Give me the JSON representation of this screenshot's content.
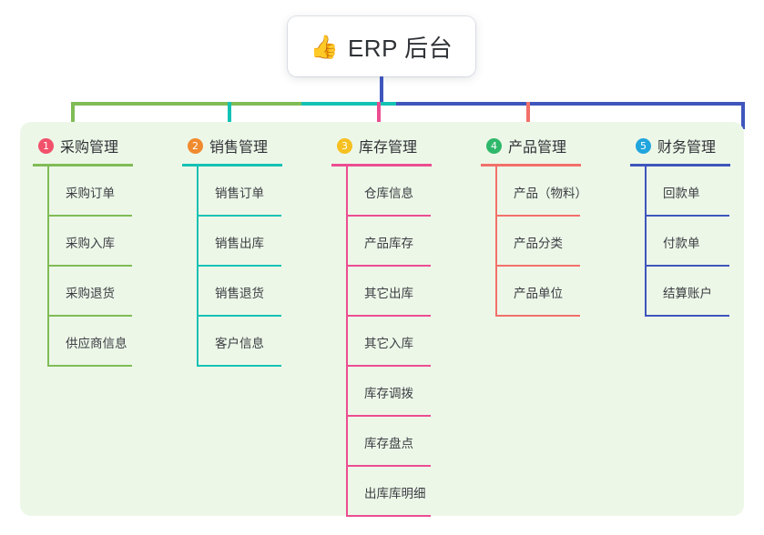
{
  "root": {
    "icon": "thumbs-up-icon",
    "icon_glyph": "👍",
    "title": "ERP 后台"
  },
  "colors": {
    "panel_background": "#edf7e8",
    "page_background": "#ffffff",
    "root_stem": "#3f56bd",
    "green": "#7fbc56",
    "teal": "#14c2b4",
    "pink": "#ec4d91",
    "red": "#f2706a",
    "blue": "#3f56bd",
    "badge_1": "#f2516b",
    "badge_2": "#f08a2e",
    "badge_3": "#f5c020",
    "badge_4": "#2fb86b",
    "badge_5": "#21a5dd",
    "text": "#2f3236"
  },
  "columns": [
    {
      "number": "1",
      "title": "采购管理",
      "badge_color": "#f2516b",
      "line_color": "#7fbc56",
      "items": [
        {
          "label": "采购订单"
        },
        {
          "label": "采购入库"
        },
        {
          "label": "采购退货"
        },
        {
          "label": "供应商信息"
        }
      ]
    },
    {
      "number": "2",
      "title": "销售管理",
      "badge_color": "#f08a2e",
      "line_color": "#14c2b4",
      "items": [
        {
          "label": "销售订单"
        },
        {
          "label": "销售出库"
        },
        {
          "label": "销售退货"
        },
        {
          "label": "客户信息"
        }
      ]
    },
    {
      "number": "3",
      "title": "库存管理",
      "badge_color": "#f5c020",
      "line_color": "#ec4d91",
      "items": [
        {
          "label": "仓库信息"
        },
        {
          "label": "产品库存"
        },
        {
          "label": "其它出库"
        },
        {
          "label": "其它入库"
        },
        {
          "label": "库存调拨"
        },
        {
          "label": "库存盘点"
        },
        {
          "label": "出库库明细"
        }
      ]
    },
    {
      "number": "4",
      "title": "产品管理",
      "badge_color": "#2fb86b",
      "line_color": "#f2706a",
      "items": [
        {
          "label": "产品（物料）"
        },
        {
          "label": "产品分类"
        },
        {
          "label": "产品单位"
        }
      ]
    },
    {
      "number": "5",
      "title": "财务管理",
      "badge_color": "#21a5dd",
      "line_color": "#3f56bd",
      "items": [
        {
          "label": "回款单"
        },
        {
          "label": "付款单"
        },
        {
          "label": "结算账户"
        }
      ]
    }
  ]
}
